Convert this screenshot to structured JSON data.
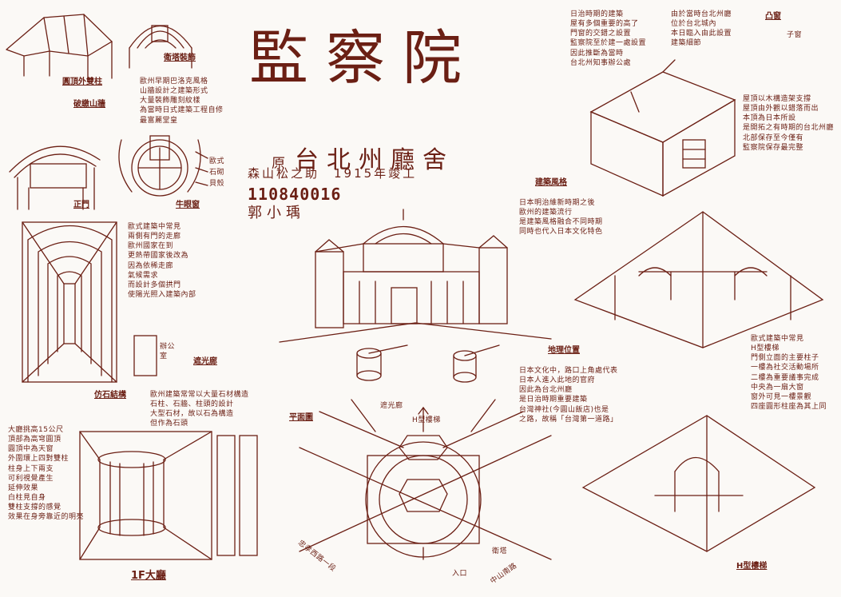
{
  "title": "監察院",
  "subtitle_prefix": "原",
  "subtitle": "台北州廳舍",
  "architect_line": "森山松之助　1915年竣工",
  "student_id": "110840016",
  "student_name": "郭小瑀",
  "labels": {
    "arcade_roof": "圓頂外雙柱",
    "ceiling_detail": "衛塔裝飾",
    "broken_pediment": "破繳山牆",
    "main_gate": "正門",
    "window_note": "歐式",
    "window_stone": "石砌",
    "window_shell": "貝殼",
    "round_window": "牛眼窗",
    "corridor": "遮光廊",
    "stone_structure": "仿石結構",
    "plan": "平面圖",
    "plan_corridor": "遮光廊",
    "plan_h": "H型樓梯",
    "plan_road_1": "忠孝西路一段",
    "plan_road_2": "中山南路",
    "plan_tower": "衛塔",
    "plan_gate": "入口",
    "hall_1f": "1F大廳",
    "arch_style": "建築風格",
    "location": "地理位置",
    "bay_window": "凸窗",
    "bay_window_2": "子窗",
    "h_stairs": "H型樓梯",
    "office_door": "辦公室"
  },
  "notes": {
    "history": "日治時期的建築\n屋有多個重要的高了\n門窗的交錯之設置\n監察院至於建一處設置\n因此推斷為當時\n台北州知事辦公處",
    "top_right": "由於當時台北州廳\n位於台北城內\n本日臨入由此設置\n建築細節",
    "gable": "歐州早期巴洛克風格\n山牆設計之建築形式\n大量裝飾雕刻紋樣\n為當時日式建築工程自修\n最富麗堂皇",
    "roof": "屋頂以木構造架支撐\n屋頂由外觀以錯落而出\n本頂為日本所設\n是開拓之有時期的台北州廳\n北部保存至今僅有\n監察院保存最完整",
    "arcade": "歐式建築中常見\n兩側有門的走廊\n歐州國家在到\n更熱帶國家後改為\n因為依稀走廊\n氣候需求\n而設計多個拱門\n使陽光照入建築內部",
    "style": "日本明治維新時期之後\n歐州的建築流行\n是建築風格融合不同時期\n同時也代入日本文化特色",
    "location_text": "日本文化中，路口上角處代表\n日本人進入此地的官府\n因此為台北州廳\n是日治時期重要建築\n台灣神社(今圓山飯店)也是\n之路，故稱「台灣第一道路」",
    "stone": "歐州建築常常以大量石材構造\n石柱、石牆、柱頭的設計\n大型石材，故以石為構造\n但作為石頭",
    "hall": "大廳挑高15公尺\n頂部為高穹圓頂\n圓頂中為天窗\n外圍環上四對雙柱\n柱身上下兩支\n可利視覺產生\n延伸效果\n白柱見自身\n雙柱支撐的感覺\n效果在身旁靠近的明亮",
    "bay": "歐式建築中常見\nH型樓梯\n門側立面的主要柱子\n一樓為社交活動場所\n二樓為重要議事完成\n中央為一扇大窗\n窗外可見一樓景觀\n四座圓形柱座為其上同"
  }
}
